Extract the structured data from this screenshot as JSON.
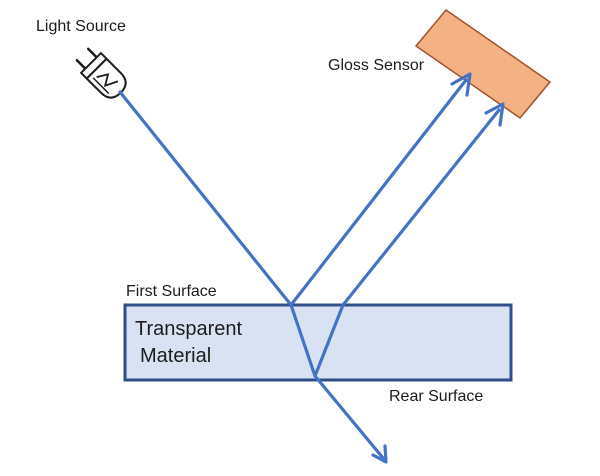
{
  "labels": {
    "light_source": "Light Source",
    "gloss_sensor": "Gloss Sensor",
    "first_surface": "First Surface",
    "material_line1": "Transparent",
    "material_line2": "Material",
    "rear_surface": "Rear Surface"
  },
  "colors": {
    "beam": "#4472c4",
    "material_fill": "#d9e2f3",
    "material_border": "#2f4f8a",
    "sensor_fill": "#f4b183",
    "sensor_border": "#a0522d",
    "text": "#1c1c1c",
    "icon": "#1c1c1c"
  },
  "icons": {
    "light_source": "light-bulb-plug-icon",
    "sensor": "gloss-sensor-block"
  }
}
